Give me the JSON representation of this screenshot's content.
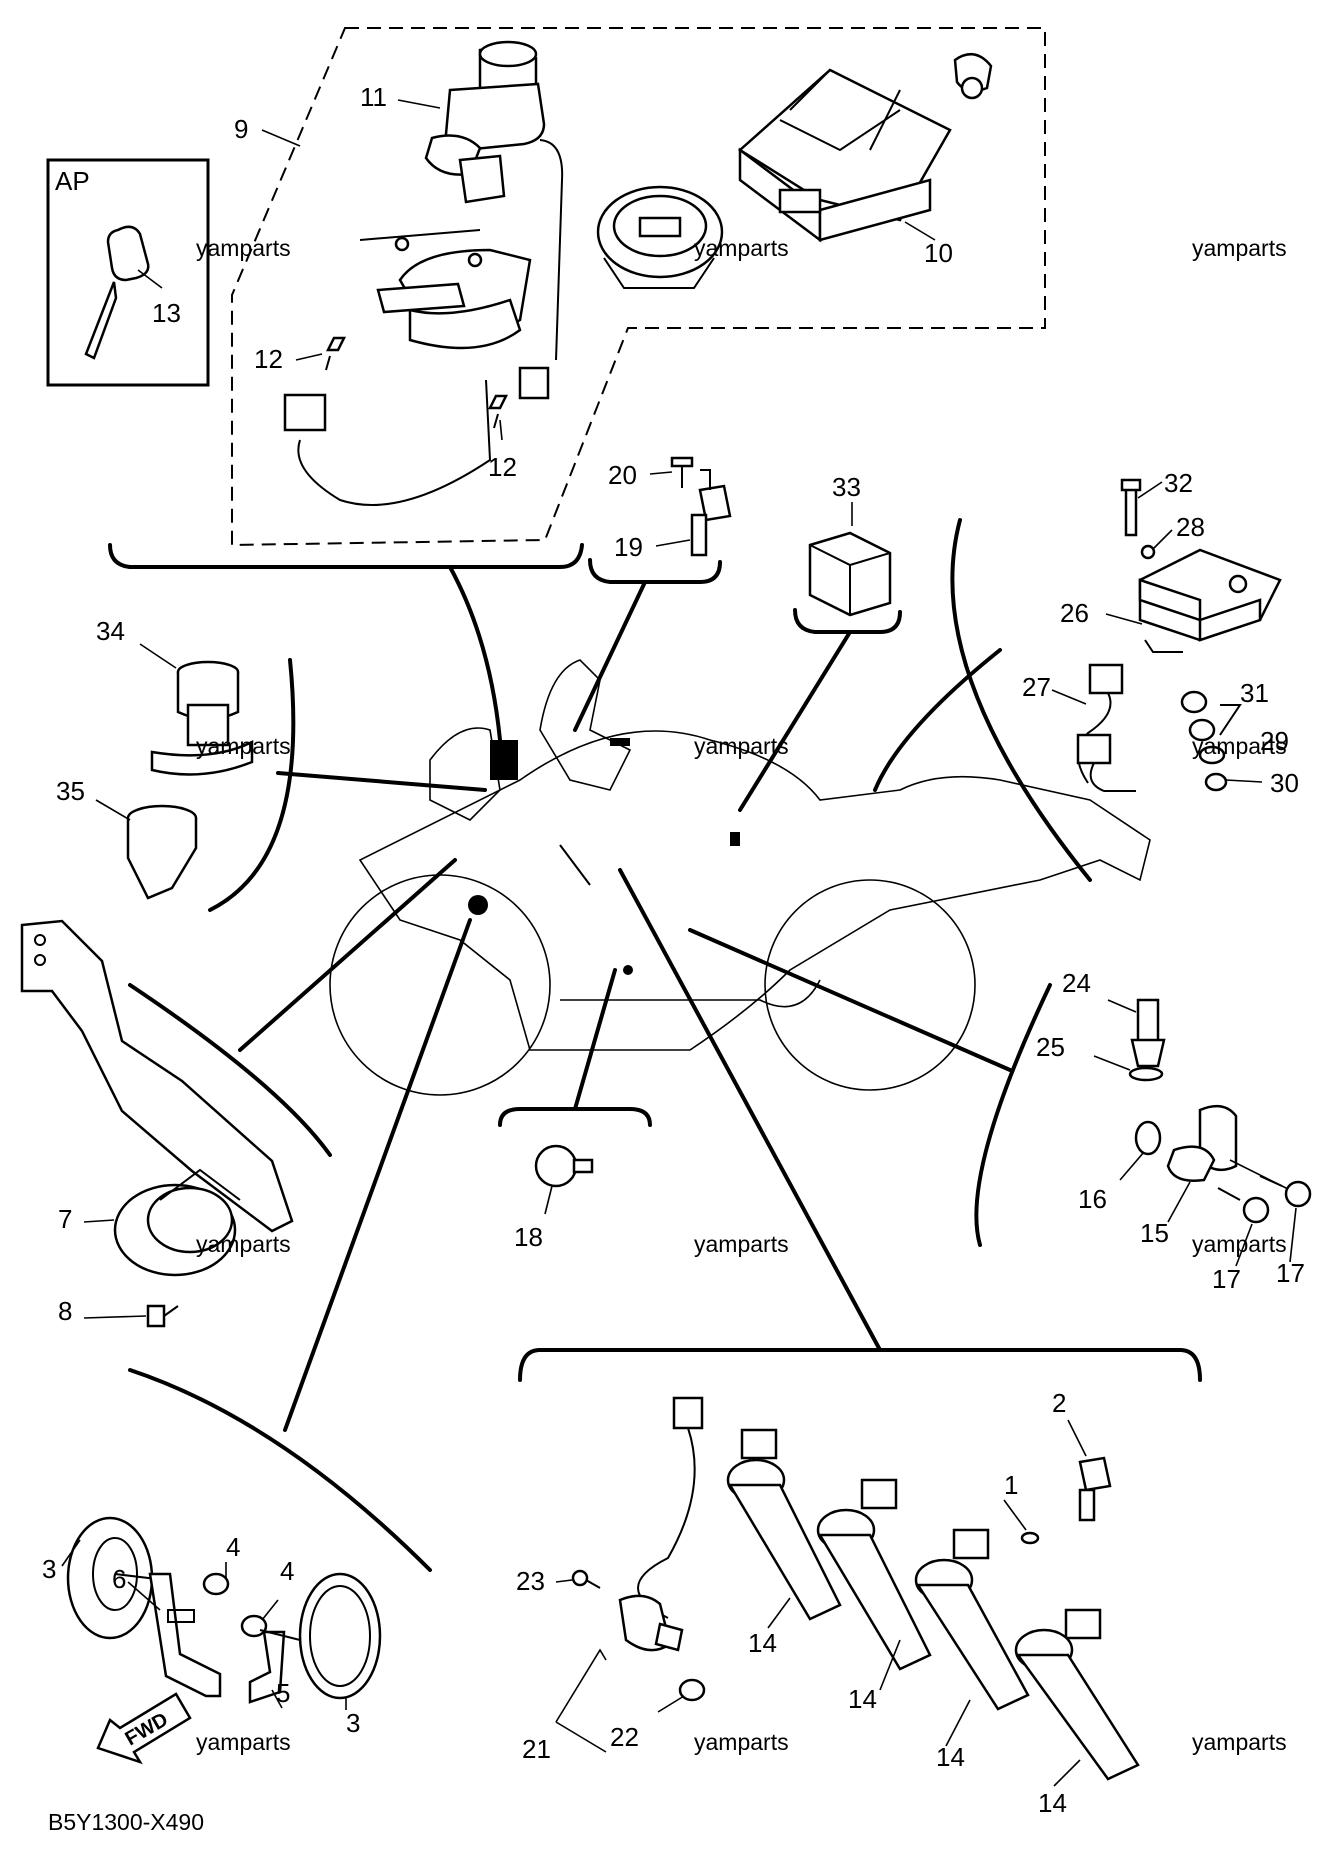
{
  "diagram": {
    "code": "B5Y1300-X490",
    "ap_label": "AP",
    "fwd_label": "FWD",
    "watermark": "yamparts",
    "callouts": [
      "1",
      "2",
      "3",
      "3",
      "4",
      "4",
      "5",
      "6",
      "7",
      "8",
      "9",
      "10",
      "11",
      "12",
      "12",
      "13",
      "14",
      "14",
      "14",
      "14",
      "15",
      "16",
      "17",
      "17",
      "18",
      "19",
      "20",
      "21",
      "22",
      "23",
      "24",
      "25",
      "26",
      "27",
      "28",
      "29",
      "30",
      "31",
      "32",
      "33",
      "34",
      "35"
    ]
  }
}
